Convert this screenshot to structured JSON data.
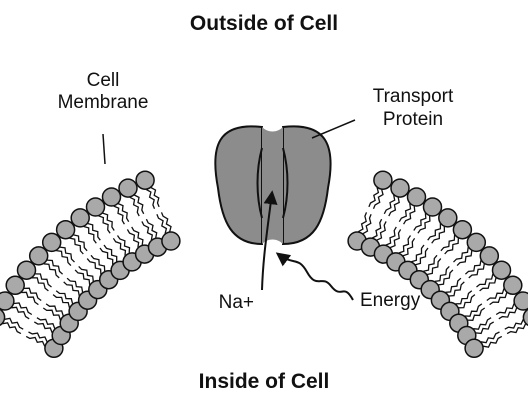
{
  "labels": {
    "outside": "Outside of Cell",
    "inside": "Inside of Cell",
    "membrane_line1": "Cell",
    "membrane_line2": "Membrane",
    "protein_line1": "Transport",
    "protein_line2": "Protein",
    "ion": "Na+",
    "energy": "Energy"
  },
  "colors": {
    "ink": "#111111",
    "lipid_head": "#a9a9a9",
    "protein_fill": "#8c8c8c",
    "background": "#ffffff"
  },
  "icons": {
    "arrow": "arrowhead-up",
    "energy": "squiggle-arrow"
  }
}
